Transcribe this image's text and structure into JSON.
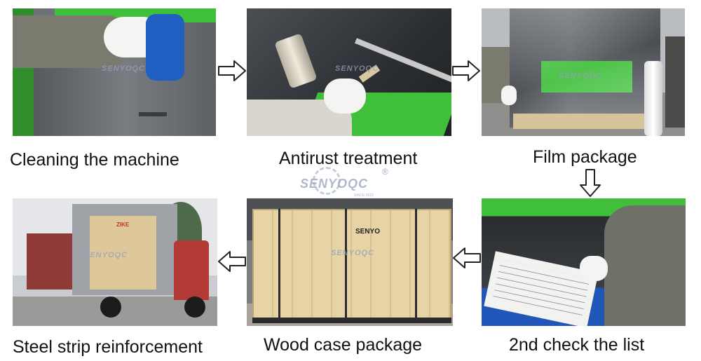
{
  "steps": [
    {
      "caption": "Cleaning the machine"
    },
    {
      "caption": "Antirust treatment"
    },
    {
      "caption": "Film package"
    },
    {
      "caption": "2nd check the list"
    },
    {
      "caption": "Wood case package"
    },
    {
      "caption": "Steel strip reinforcement"
    }
  ],
  "watermark": {
    "brand": "SENYOQC",
    "tagline": "SINCE 2010",
    "registered": "®"
  },
  "crate_label": "SENYO",
  "container_label": "ZIKE",
  "colors": {
    "machine_green": "#3fbf3a",
    "machine_gray": "#5c6066",
    "wood": "#e2cfa3",
    "container_red": "#a33a35",
    "background": "#ffffff"
  }
}
